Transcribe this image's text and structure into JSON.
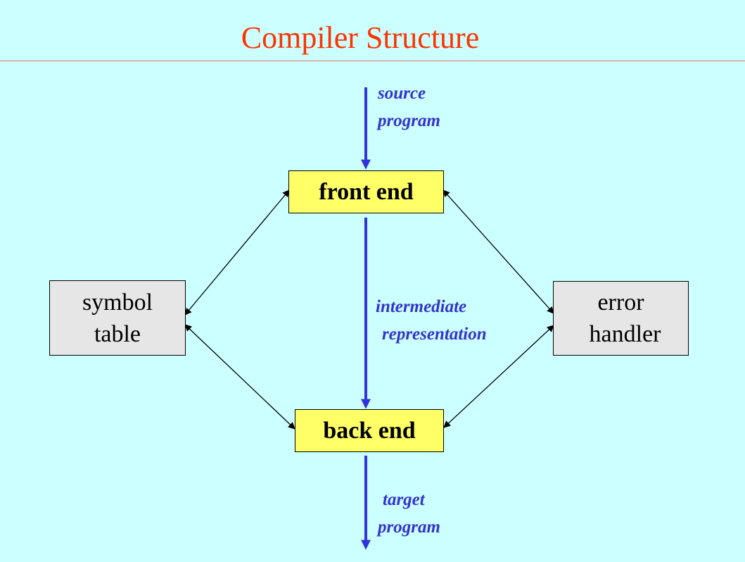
{
  "title": "Compiler Structure",
  "colors": {
    "background": "#ccffff",
    "title": "#ff3300",
    "flow_arrow": "#3333dd",
    "flow_label": "#3333cc",
    "stage_box": "#ffff66",
    "aux_box": "#e6e6e6"
  },
  "nodes": {
    "front_end": "front end",
    "back_end": "back end",
    "symbol_table": [
      "symbol",
      "table"
    ],
    "error_handler": [
      "error",
      "handler"
    ]
  },
  "labels": {
    "source_program": [
      "source",
      "program"
    ],
    "intermediate_representation": [
      "intermediate",
      "representation"
    ],
    "target_program": [
      "target",
      "program"
    ]
  }
}
